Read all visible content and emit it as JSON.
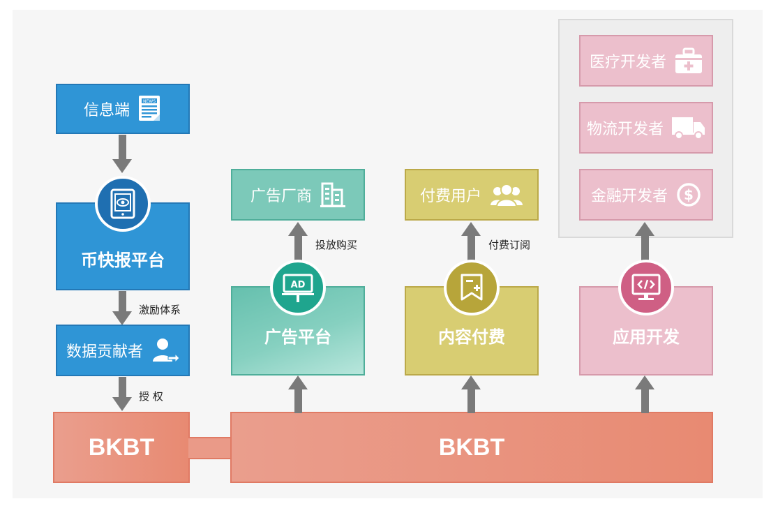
{
  "colors": {
    "blue": "#2f95d6",
    "teal": "#7cc9b9",
    "olive": "#d8cd72",
    "pink": "#ecbfcc",
    "salmon": "#e88a72",
    "arrow": "#7a7a7a"
  },
  "left_column": {
    "info_end": "信息端",
    "platform": "币快报平台",
    "incentive": "激励体系",
    "contributor": "数据贡献者",
    "authorize": "授 权"
  },
  "ad": {
    "vendor": "广告厂商",
    "buy": "投放购买",
    "platform": "广告平台",
    "badge": "AD"
  },
  "content": {
    "paid_user": "付费用户",
    "subscribe": "付费订阅",
    "platform": "内容付费"
  },
  "app": {
    "medical": "医疗开发者",
    "logistics": "物流开发者",
    "finance": "金融开发者",
    "platform": "应用开发"
  },
  "token": {
    "left": "BKBT",
    "main": "BKBT"
  },
  "icons": {
    "news": "news-icon",
    "tablet_eye": "tablet-eye-icon",
    "user_add": "user-transfer-icon",
    "building": "building-icon",
    "billboard": "billboard-icon",
    "users": "users-icon",
    "bookmark": "bookmark-plus-icon",
    "monitor_code": "monitor-code-icon",
    "medkit": "medkit-icon",
    "truck": "truck-icon",
    "dollar": "dollar-icon"
  }
}
